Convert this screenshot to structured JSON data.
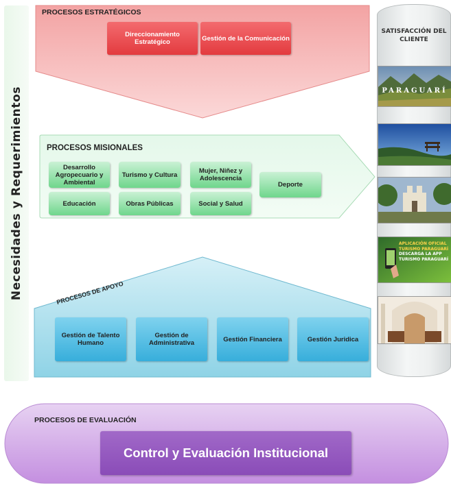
{
  "left_band": {
    "label": "Necesidades y Requerimientos"
  },
  "strategic": {
    "title": "PROCESOS ESTRATÉGICOS",
    "items": [
      "Direccionamiento Estratégico",
      "Gestión de la Comunicación"
    ]
  },
  "missional": {
    "title": "PROCESOS MISIONALES",
    "items": [
      "Desarrollo Agropecuario y Ambiental",
      "Turismo y Cultura",
      "Mujer, Niñez y Adolescencia",
      "Deporte",
      "Educación",
      "Obras Públicas",
      "Social y Salud"
    ]
  },
  "support": {
    "title": "PROCESOS DE APOYO",
    "items": [
      "Gestión de Talento Humano",
      "Gestión de Administrativa",
      "Gestión Financiera",
      "Gestión Juridica"
    ]
  },
  "evaluation": {
    "title": "PROCESOS DE EVALUACIÓN",
    "item": "Control y Evaluación Institucional"
  },
  "satisfaction": {
    "title": "SATISFACCIÓN DEL CLIENTE",
    "photo_texts": {
      "paraguari": "PARAGUARÍ",
      "app_line1": "APLICACIÓN OFICIAL",
      "app_line2": "TURISMO PARAGUARÍ",
      "app_line3": "DESCARGA LA APP",
      "app_line4": "TURISMO PARAGUARÍ"
    }
  },
  "colors": {
    "strategic": "#f28a8a",
    "missional": "#d8f5e0",
    "support": "#8fd3e6",
    "evaluation": "#c99ae0"
  }
}
